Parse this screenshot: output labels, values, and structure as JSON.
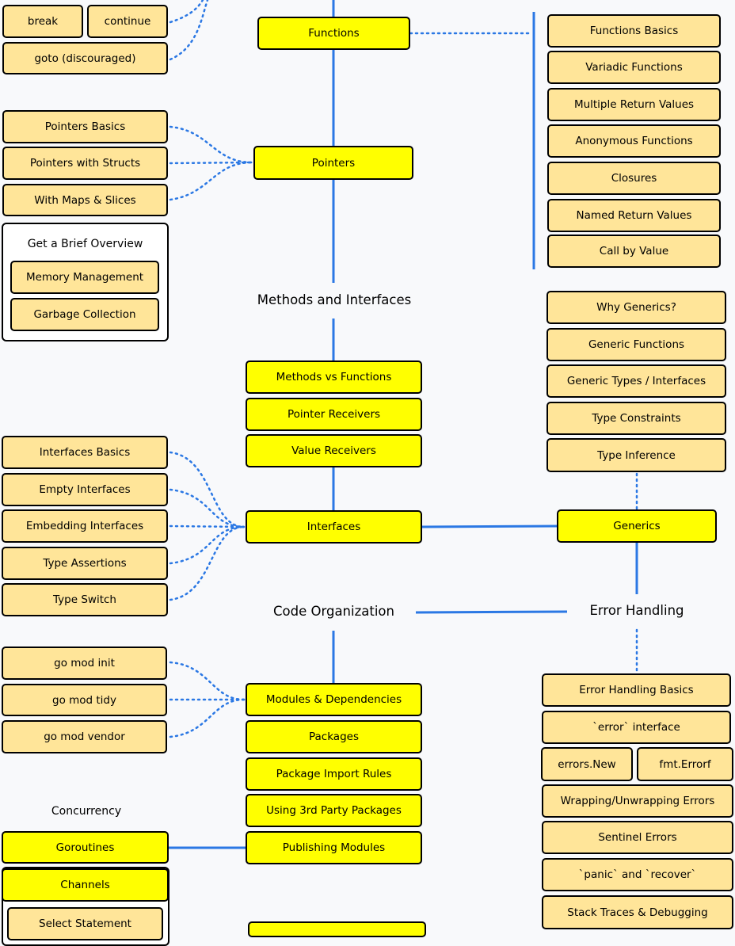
{
  "colors": {
    "topic": "#ffff00",
    "subtopic": "#ffe599",
    "line": "#2b78e4"
  },
  "left": {
    "break": "break",
    "continue": "continue",
    "goto": "goto (discouraged)",
    "pointers_basics": "Pointers Basics",
    "pointers_structs": "Pointers with Structs",
    "maps_slices": "With Maps & Slices",
    "overview_title": "Get a Brief Overview",
    "memory_management": "Memory Management",
    "garbage_collection": "Garbage Collection",
    "interfaces_basics": "Interfaces Basics",
    "empty_interfaces": "Empty Interfaces",
    "embedding_interfaces": "Embedding Interfaces",
    "type_assertions": "Type Assertions",
    "type_switch": "Type Switch",
    "go_mod_init": "go mod init",
    "go_mod_tidy": "go mod tidy",
    "go_mod_vendor": "go mod vendor",
    "concurrency": "Concurrency",
    "goroutines": "Goroutines",
    "channels": "Channels",
    "select_statement": "Select Statement"
  },
  "center": {
    "functions": "Functions",
    "pointers": "Pointers",
    "methods_interfaces": "Methods and Interfaces",
    "methods_vs_functions": "Methods vs Functions",
    "pointer_receivers": "Pointer Receivers",
    "value_receivers": "Value Receivers",
    "interfaces": "Interfaces",
    "code_organization": "Code Organization",
    "modules_dependencies": "Modules & Dependencies",
    "packages": "Packages",
    "package_import_rules": "Package Import Rules",
    "third_party": "Using 3rd Party Packages",
    "publishing_modules": "Publishing Modules"
  },
  "right": {
    "functions_basics": "Functions Basics",
    "variadic": "Variadic Functions",
    "multiple_return": "Multiple Return Values",
    "anonymous": "Anonymous Functions",
    "closures": "Closures",
    "named_return": "Named Return Values",
    "call_by_value": "Call by Value",
    "why_generics": "Why Generics?",
    "generic_functions": "Generic Functions",
    "generic_types": "Generic Types / Interfaces",
    "type_constraints": "Type Constraints",
    "type_inference": "Type Inference",
    "generics": "Generics",
    "error_handling": "Error Handling",
    "error_basics": "Error Handling Basics",
    "error_interface": "`error` interface",
    "errors_new": "errors.New",
    "fmt_errorf": "fmt.Errorf",
    "wrapping": "Wrapping/Unwrapping Errors",
    "sentinel": "Sentinel Errors",
    "panic_recover": "`panic` and `recover`",
    "stack_traces": "Stack Traces & Debugging"
  }
}
